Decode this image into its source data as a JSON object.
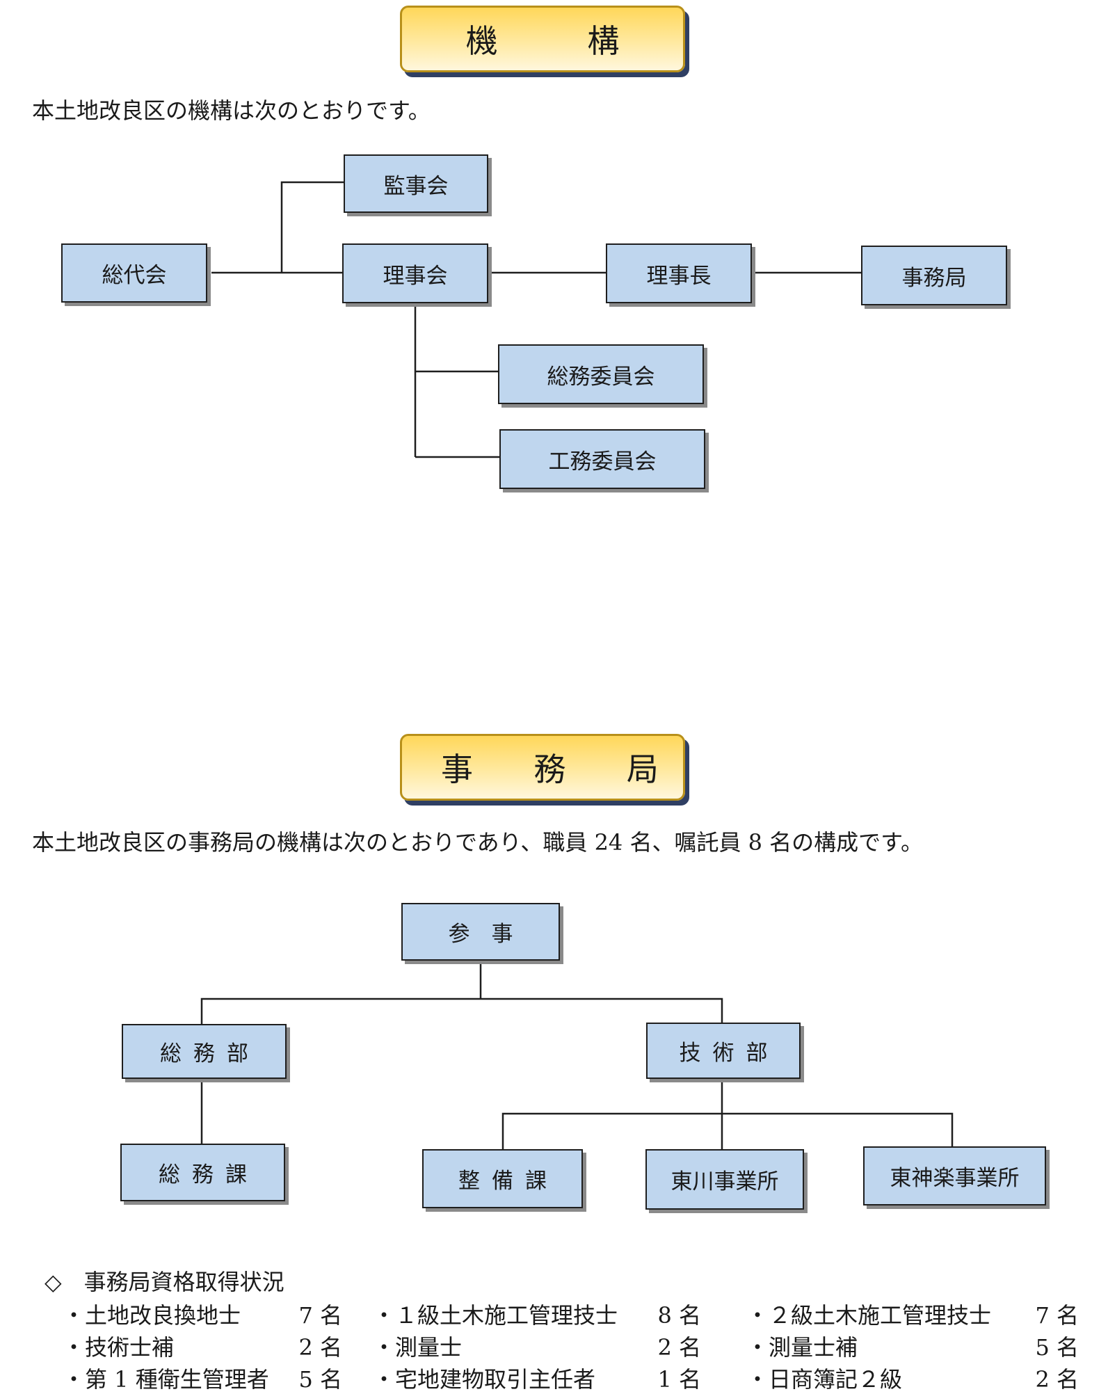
{
  "section_kikou": {
    "title": "機　構",
    "intro": "本土地改良区の機構は次のとおりです。",
    "nodes": {
      "sodaikai": "総代会",
      "kanjikai": "監事会",
      "rijikai": "理事会",
      "rijicho": "理事長",
      "jimukyoku": "事務局",
      "somu_iinkai": "総務委員会",
      "komu_iinkai": "工務委員会"
    }
  },
  "section_jimukyoku": {
    "title": "事　務　局",
    "intro": "本土地改良区の事務局の機構は次のとおりであり、職員 24 名、嘱託員 8 名の構成です。",
    "nodes": {
      "sanji": "参　事",
      "somubu": "総務部",
      "gijutsubu": "技術部",
      "somuka": "総務課",
      "seibika": "整備課",
      "higashikawa": "東川事業所",
      "higashikagura": "東神楽事業所"
    }
  },
  "qualifications": {
    "heading": "◇　事務局資格取得状況",
    "columns": [
      [
        {
          "name": "・土地改良換地士",
          "count": "7 名"
        },
        {
          "name": "・技術士補",
          "count": "2 名"
        },
        {
          "name": "・第 1 種衛生管理者",
          "count": "5 名"
        }
      ],
      [
        {
          "name": "・１級土木施工管理技士",
          "count": "8 名"
        },
        {
          "name": "・測量士",
          "count": "2 名"
        },
        {
          "name": "・宅地建物取引主任者",
          "count": "1 名"
        }
      ],
      [
        {
          "name": "・２級土木施工管理技士",
          "count": "7 名"
        },
        {
          "name": "・測量士補",
          "count": "5 名"
        },
        {
          "name": "・日商簿記２級",
          "count": "2 名"
        }
      ]
    ]
  }
}
